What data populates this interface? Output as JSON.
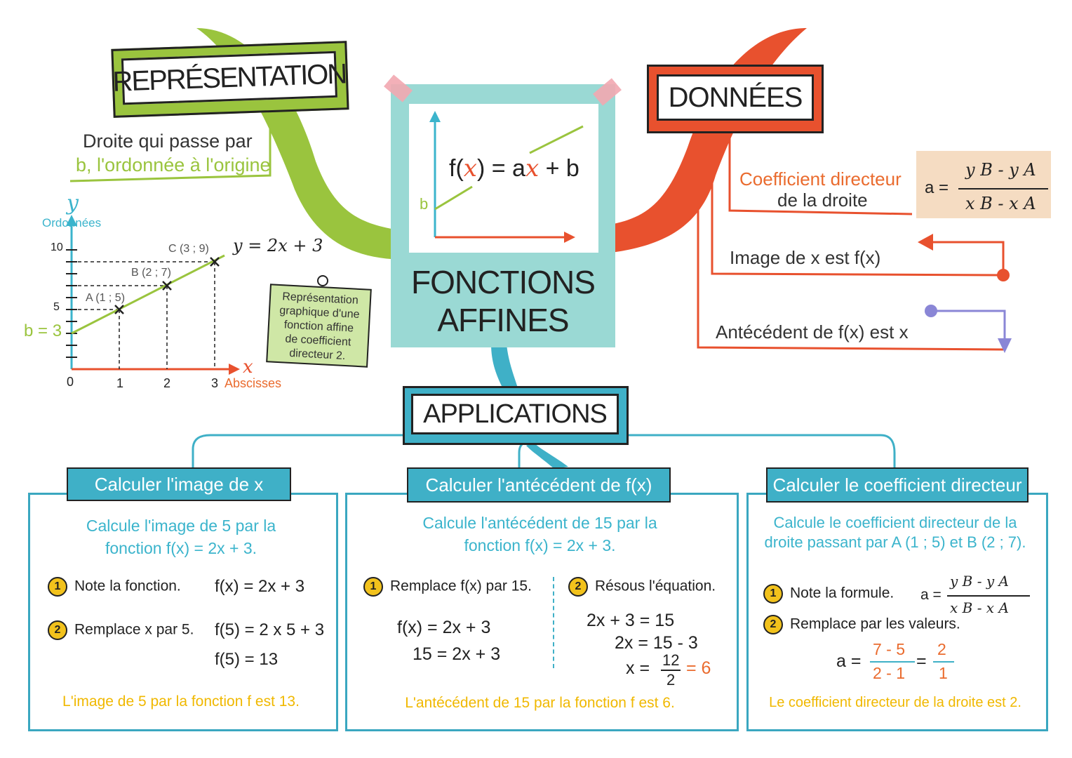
{
  "center": {
    "formula_prefix": "f(",
    "formula_x": "x",
    "formula_suffix": ") = a",
    "formula_x2": "x",
    "formula_end": " + b",
    "b_label": "b",
    "title_line1": "FONCTIONS",
    "title_line2": "AFFINES"
  },
  "representation": {
    "title": "REPRÉSENTATION",
    "desc_line1": "Droite qui passe par",
    "desc_line2": "b, l'ordonnée à l'origine",
    "graph": {
      "y_axis_symbol": "y",
      "y_axis_label": "Ordonnées",
      "x_axis_symbol": "x",
      "x_axis_label": "Abscisses",
      "b_label": "b = 3",
      "equation": "y = 2x + 3",
      "origin": "0",
      "ytick_10": "10",
      "ytick_5": "5",
      "xtick_1": "1",
      "xtick_2": "2",
      "xtick_3": "3",
      "point_A": "A (1 ; 5)",
      "point_B": "B (2 ; 7)",
      "point_C": "C (3 ; 9)"
    },
    "note_line1": "Représentation",
    "note_line2": "graphique d'une",
    "note_line3": "fonction affine",
    "note_line4": "de coefficient",
    "note_line5": "directeur 2."
  },
  "donnees": {
    "title": "DONNÉES",
    "coef_line1": "Coefficient directeur",
    "coef_line2": "de la droite",
    "formula_a": "a =",
    "formula_num": "y B - y A",
    "formula_den": "x B - x A",
    "image_text": "Image de x est f(x)",
    "antecedent_text": "Antécédent de f(x) est x"
  },
  "applications": {
    "title": "APPLICATIONS",
    "panel1": {
      "header": "Calculer l'image de x",
      "intro_line1": "Calcule l'image de 5 par la",
      "intro_line2": "fonction f(x) = 2x + 3.",
      "step1_num": "1",
      "step1_text": "Note la fonction.",
      "step1_math": "f(x) = 2x + 3",
      "step2_num": "2",
      "step2_text": "Remplace x par 5.",
      "step2_math1": "f(5) = 2 x 5 + 3",
      "step2_math2": "f(5) = 13",
      "conclusion": "L'image de 5 par la fonction f est 13."
    },
    "panel2": {
      "header": "Calculer l'antécédent de f(x)",
      "intro_line1": "Calcule l'antécédent de 15 par la",
      "intro_line2": "fonction f(x) = 2x + 3.",
      "step1_num": "1",
      "step1_text": "Remplace f(x) par 15.",
      "step1_math1": "f(x) = 2x + 3",
      "step1_math2": "15 = 2x + 3",
      "step2_num": "2",
      "step2_text": "Résous l'équation.",
      "step2_math1": "2x + 3 = 15",
      "step2_math2": "2x = 15 - 3",
      "step2_math3_lhs": "x =",
      "step2_math3_num": "12",
      "step2_math3_den": "2",
      "step2_math3_res": "= 6",
      "conclusion": "L'antécédent de 15 par la fonction f est 6."
    },
    "panel3": {
      "header": "Calculer le coefficient directeur",
      "intro_line1": "Calcule le coefficient directeur de la",
      "intro_line2": "droite passant par A (1 ; 5) et B (2 ; 7).",
      "step1_num": "1",
      "step1_text": "Note la formule.",
      "step1_a": "a =",
      "step1_num_expr": "y B - y A",
      "step1_den_expr": "x B - x A",
      "step2_num": "2",
      "step2_text": "Remplace par les valeurs.",
      "step2_a": "a =",
      "step2_frac1_num": "7 - 5",
      "step2_frac1_den": "2 - 1",
      "step2_eq": "=",
      "step2_frac2_num": "2",
      "step2_frac2_den": "1",
      "conclusion": "Le coefficient directeur de la droite est 2."
    }
  },
  "colors": {
    "green": "#9ac43e",
    "red": "#e8512e",
    "teal": "#3fb0c7",
    "center_bg": "#9ad9d4",
    "yellow": "#f0b800",
    "purple": "#8a86d6"
  }
}
